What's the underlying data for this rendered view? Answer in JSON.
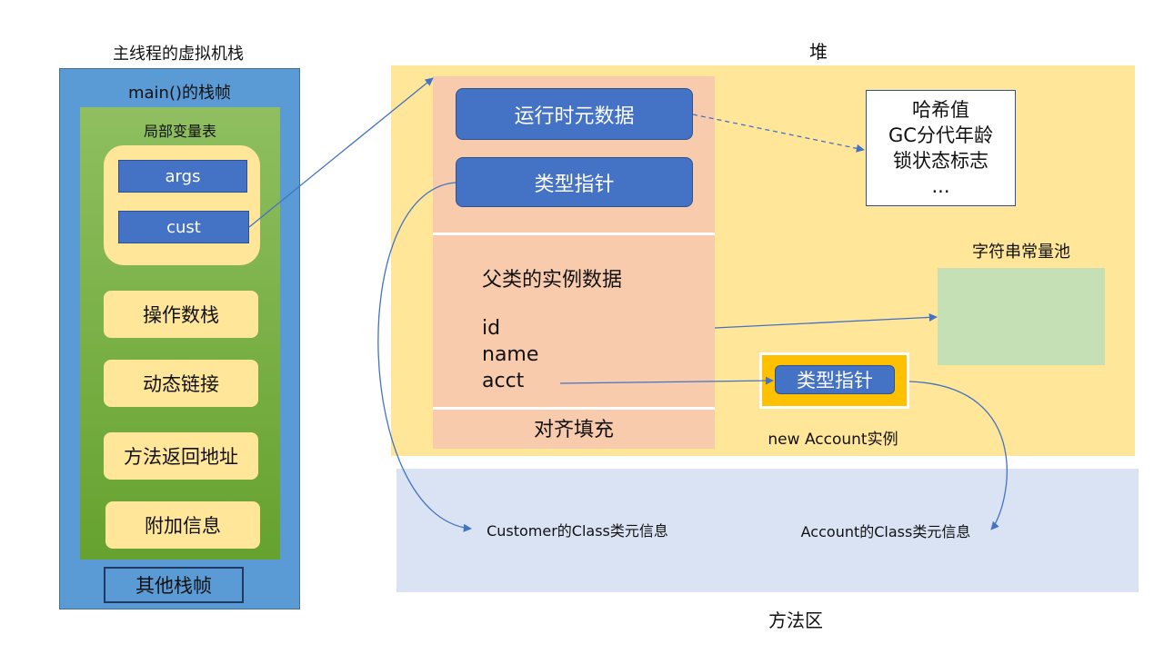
{
  "stack": {
    "title": "主线程的虚拟机栈",
    "frame_title": "main()的栈帧",
    "local_var_table": {
      "title": "局部变量表",
      "vars": [
        "args",
        "cust"
      ]
    },
    "operand_stack": "操作数栈",
    "dynamic_linking": "动态链接",
    "return_address": "方法返回地址",
    "extra_info": "附加信息",
    "other_frames": "其他栈帧"
  },
  "heap": {
    "title": "堆",
    "object": {
      "runtime_meta": "运行时元数据",
      "type_pointer": "类型指针",
      "parent_instance_data": "父类的实例数据",
      "fields": [
        "id",
        "name",
        "acct"
      ],
      "padding": "对齐填充"
    },
    "mark_word": [
      "哈希值",
      "GC分代年龄",
      "锁状态标志",
      "..."
    ],
    "string_pool": "字符串常量池",
    "account_instance": {
      "type_pointer": "类型指针",
      "label": "new Account实例"
    }
  },
  "method_area": {
    "title": "方法区",
    "customer_meta": [
      "Customer的Class类",
      "元信息"
    ],
    "account_meta": [
      "Account的Class类",
      "元信息"
    ]
  },
  "colors": {
    "stack_blue": "#5b9bd5",
    "lvt_green": "#70ad47",
    "pale_yellow": "#ffe699",
    "box_blue": "#4472c4",
    "object_salmon": "#f8cbad",
    "pool_green": "#c5e0b4",
    "instance_orange": "#ffc000",
    "method_area_blue": "#dae3f3",
    "arrow_blue": "#4472c4"
  }
}
